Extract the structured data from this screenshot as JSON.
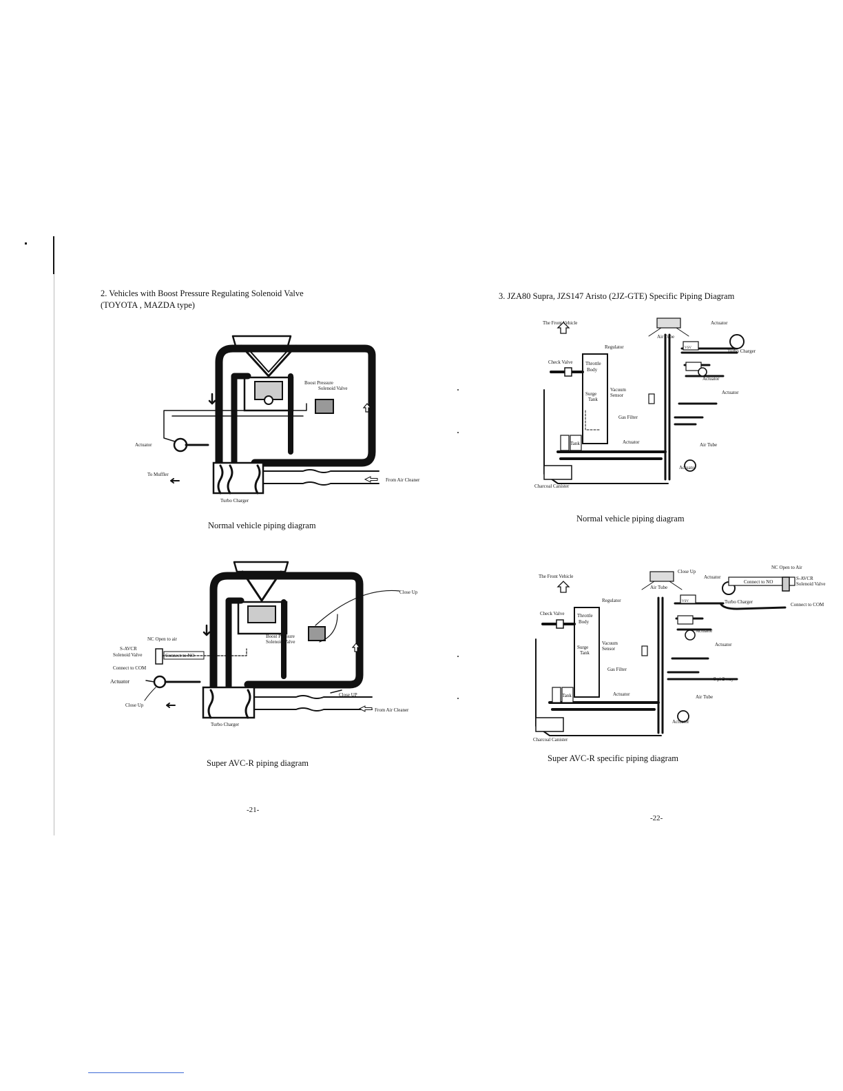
{
  "left_page": {
    "heading_line1": "2. Vehicles with Boost Pressure Regulating Solenoid Valve",
    "heading_line2": "(TOYOTA , MAZDA type)",
    "diagram1": {
      "caption": "Normal vehicle piping diagram",
      "labels": {
        "boost_pressure": "Boost Pressure",
        "solenoid_valve": "Solenoid Valve",
        "actuator": "Actuator",
        "to_muffler": "To Muffler",
        "from_air_cleaner": "From Air Cleaner",
        "turbo_charger": "Turbo Charger"
      }
    },
    "diagram2": {
      "caption": "Super AVC-R piping diagram",
      "labels": {
        "close_up_top": "Close Up",
        "boost_pressure": "Boost Pressure",
        "solenoid_valve": "Solenoid Valve",
        "nc_open_to_air": "NC Open to air",
        "savcr": "S-AVCR",
        "savcr_solenoid": "Solenoid Valve",
        "connect_to_no": "Connect to NO",
        "connect_to_com": "Connect to COM",
        "actuator": "Actuator",
        "close_up_left": "Close Up",
        "close_up_mid": "Close UP",
        "from_air_cleaner": "From Air Cleaner",
        "turbo_charger": "Turbo Charger"
      }
    },
    "page_number": "-21-"
  },
  "right_page": {
    "heading": "3. JZA80 Supra, JZS147 Aristo (2JZ-GTE) Specific Piping Diagram",
    "diagram1": {
      "caption": "Normal vehicle piping  diagram",
      "labels": {
        "front_vehicle": "The Front Vehicle",
        "air_tube_top": "Air Tube",
        "actuator_top": "Actuator",
        "turbo_charger": "Turbo Charger",
        "regulator": "Regulator",
        "check_valve": "Check Valve",
        "throttle": "Throttle",
        "body": "Body",
        "vacuum": "Vacuum",
        "sensor": "Sensor",
        "surge": "Surge",
        "tank": "Tank",
        "actuator_mid": "Actuator",
        "actuator_right": "Actuator",
        "gas_filter": "Gas Filter",
        "actuator_low": "Actuator",
        "tank_small": "Tank",
        "air_tube_low": "Air Tube",
        "actuator_bottom": "Actuator",
        "charcoal_canister": "Charcoal Canister",
        "vsv": "VSV"
      }
    },
    "diagram2": {
      "caption": "Super AVC-R specific piping diagram",
      "labels": {
        "nc_open_to_air": "NC Open to Air",
        "savcr": "S-AVCR",
        "savcr_solenoid": "Solenoid Valve",
        "connect_to_no": "Connect to NO",
        "connect_to_com": "Connect to COM",
        "close_up": "Close Up",
        "actuator_top": "Actuator",
        "front_vehicle": "The Front Vehicle",
        "air_tube_top": "Air Tube",
        "turbo_charger": "Turbo Charger",
        "regulator": "Regulator",
        "check_valve": "Check Valve",
        "throttle": "Throttle",
        "body": "Body",
        "vacuum": "Vacuum",
        "sensor": "Sensor",
        "surge": "Surge",
        "tank": "Tank",
        "actuator_mid": "Actuator",
        "actuator_right": "Actuator",
        "gas_filter": "Gas Filter",
        "way": "8 pi 2 way",
        "actuator_low": "Actuator",
        "tank_small": "Tank",
        "air_tube_low": "Air Tube",
        "actuator_bottom": "Actuator",
        "charcoal_canister": "Charcoal Canister",
        "vsv": "VSV"
      }
    },
    "page_number": "-22-"
  }
}
